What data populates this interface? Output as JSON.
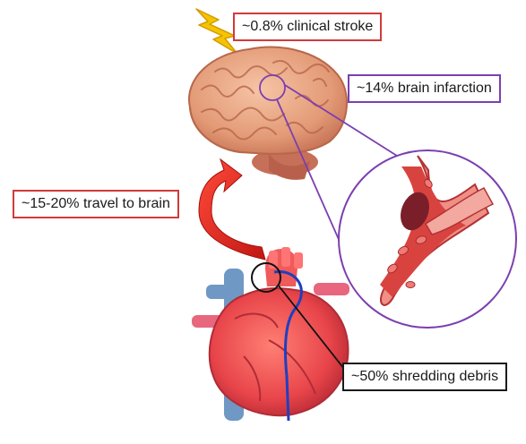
{
  "callouts": {
    "clinical_stroke": "~0.8% clinical stroke",
    "brain_infarction": "~14% brain infarction",
    "travel_to_brain": "~15-20% travel to brain",
    "shredding_debris": "~50% shredding debris"
  },
  "colors": {
    "stroke_border": "#d23a3a",
    "infarction_border": "#7b3fb0",
    "debris_border": "#1a1a1a",
    "lightning": "#f5c400",
    "arrow_red": "#e0211c",
    "brain": "#e8a07c",
    "heart": "#e8454a",
    "vessel_blue": "#1f3fbf"
  },
  "icons": [
    "lightning-icon",
    "brain-icon",
    "heart-icon",
    "curved-arrow-icon",
    "blood-vessel-icon"
  ]
}
